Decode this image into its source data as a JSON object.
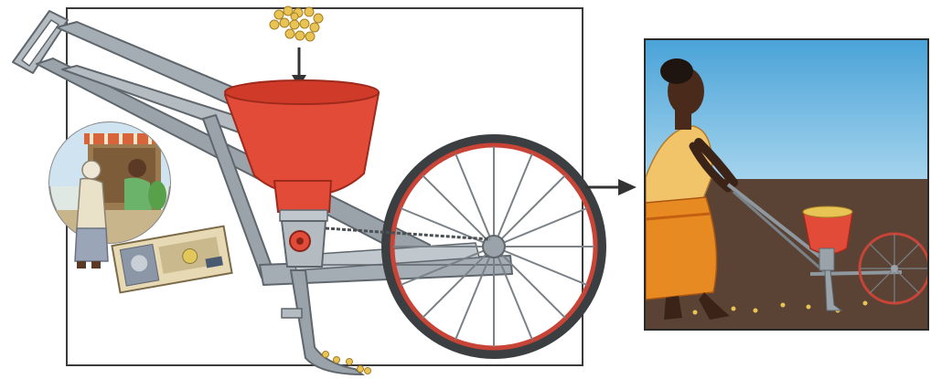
{
  "scene": {
    "main_illustration": "push-seed-planter",
    "inset_illustration": "market-purchase",
    "result_illustration": "woman-planting-field",
    "icons": [
      "seeds-icon",
      "down-arrow-icon",
      "right-arrow-icon",
      "banknote-icon"
    ]
  },
  "colors": {
    "frame": "#3a3a3a",
    "metal": "#9aa3aa",
    "metal_dark": "#5f676d",
    "hopper_red": "#e24b37",
    "wheel_rim": "#c84437",
    "seed_yellow": "#e7c453",
    "sky": "#5fb0dc",
    "soil": "#5a4335",
    "skirt_orange": "#e88a22",
    "shirt_yellow": "#f2c46a"
  }
}
